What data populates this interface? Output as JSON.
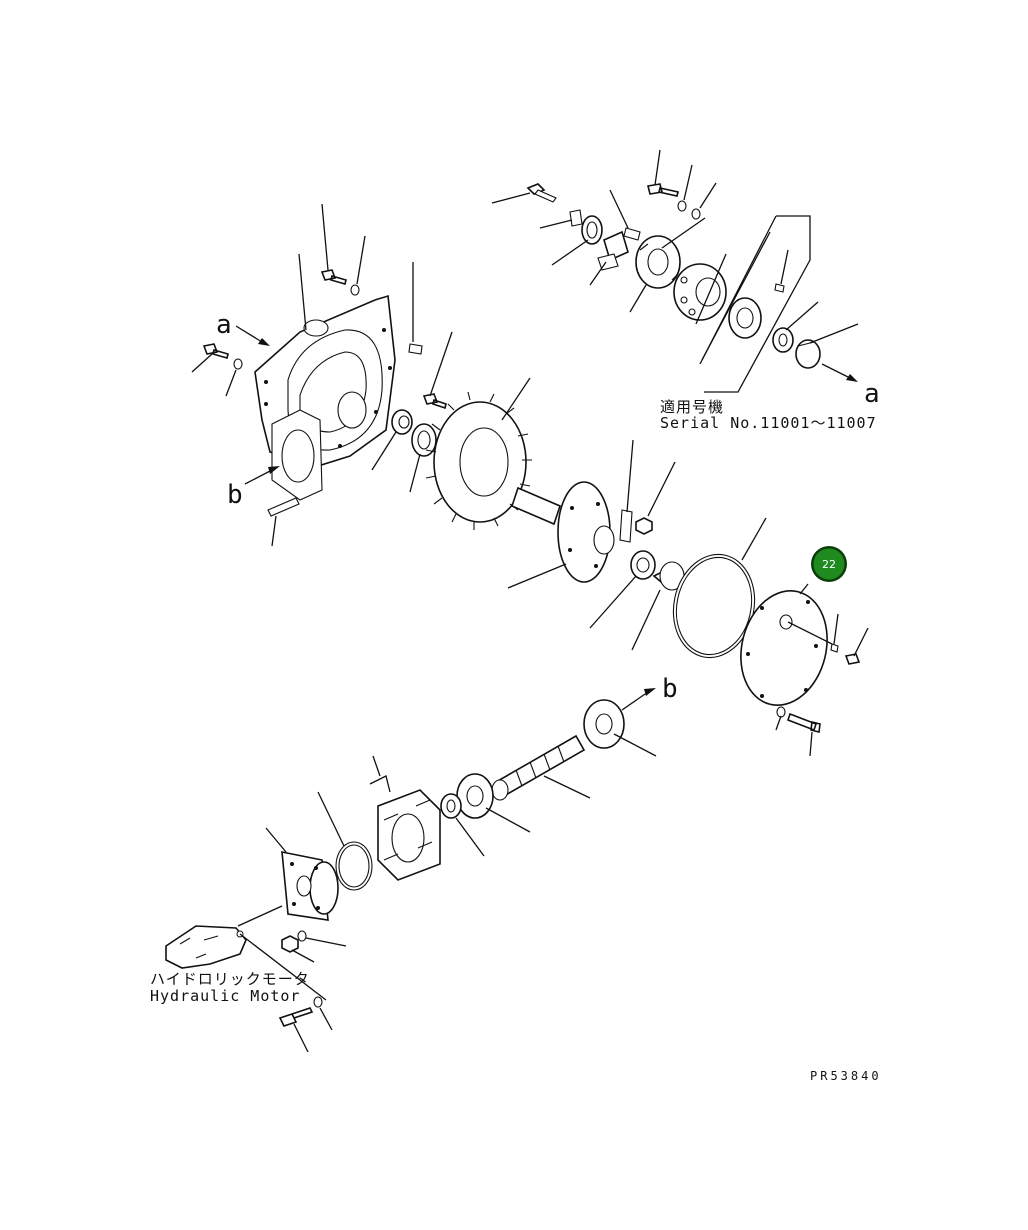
{
  "diagram": {
    "serial_note": {
      "jp": "適用号機",
      "en": "Serial No.11001～11007"
    },
    "motor_label": {
      "jp": "ハイドロリックモータ",
      "en": "Hydraulic Motor"
    },
    "ref_letters": {
      "a_top": "a",
      "a_right": "a",
      "b_left": "b",
      "b_mid": "b"
    },
    "callout": {
      "number": "22",
      "color": "#1f8a1f",
      "ring_color": "#0b3d0b"
    },
    "drawing_code": "PR53840"
  }
}
